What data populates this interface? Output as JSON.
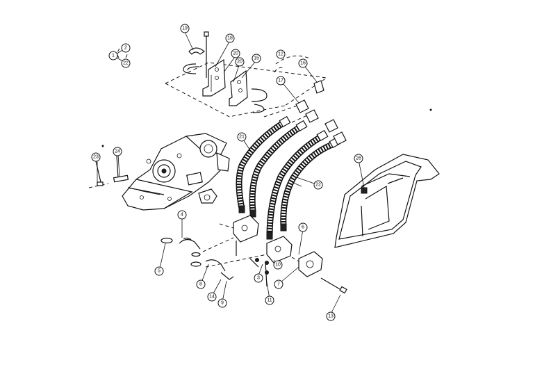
{
  "callouts": [
    {
      "id": "c-1",
      "label": "1"
    },
    {
      "id": "c-2",
      "label": "2"
    },
    {
      "id": "c-2b",
      "label": "22"
    },
    {
      "id": "c-19a",
      "label": "19"
    },
    {
      "id": "c-18",
      "label": "18"
    },
    {
      "id": "c-20",
      "label": "20"
    },
    {
      "id": "c-20b",
      "label": "20"
    },
    {
      "id": "c-15",
      "label": "15"
    },
    {
      "id": "c-12",
      "label": "12"
    },
    {
      "id": "c-16",
      "label": "16"
    },
    {
      "id": "c-17",
      "label": "17"
    },
    {
      "id": "c-21",
      "label": "21"
    },
    {
      "id": "c-23",
      "label": "23"
    },
    {
      "id": "c-24",
      "label": "24"
    },
    {
      "id": "c-22",
      "label": "22"
    },
    {
      "id": "c-26",
      "label": "26"
    },
    {
      "id": "c-4",
      "label": "4"
    },
    {
      "id": "c-5",
      "label": "5"
    },
    {
      "id": "c-6",
      "label": "6"
    },
    {
      "id": "c-3",
      "label": "3"
    },
    {
      "id": "c-10",
      "label": "10"
    },
    {
      "id": "c-7",
      "label": "7"
    },
    {
      "id": "c-8",
      "label": "8"
    },
    {
      "id": "c-14",
      "label": "14"
    },
    {
      "id": "c-9",
      "label": "9"
    },
    {
      "id": "c-11",
      "label": "11"
    },
    {
      "id": "c-13",
      "label": "13"
    }
  ]
}
